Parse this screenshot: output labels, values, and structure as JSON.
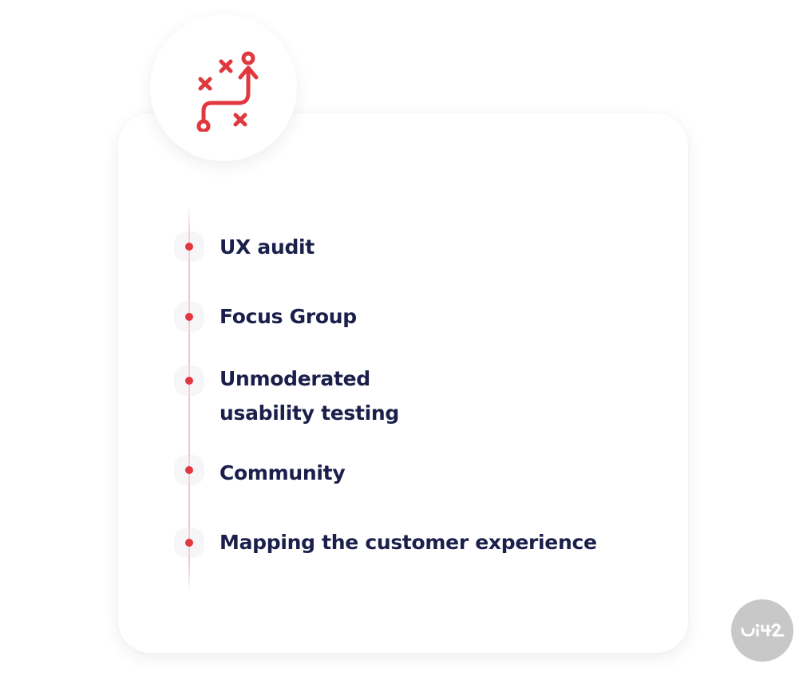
{
  "header": {
    "icon": "strategy-plan-icon",
    "icon_color": "#e0383e"
  },
  "timeline": {
    "line_color": "#f3c4c8",
    "dot_color": "#e0383e",
    "text_color": "#1a1f4b",
    "items": [
      {
        "label": "UX audit"
      },
      {
        "label": "Focus Group"
      },
      {
        "label": "Unmoderated\nusability testing"
      },
      {
        "label": "Community"
      },
      {
        "label": "Mapping the customer experience"
      }
    ]
  },
  "watermark": {
    "text": "ui42",
    "background": "#c8c8c8"
  }
}
